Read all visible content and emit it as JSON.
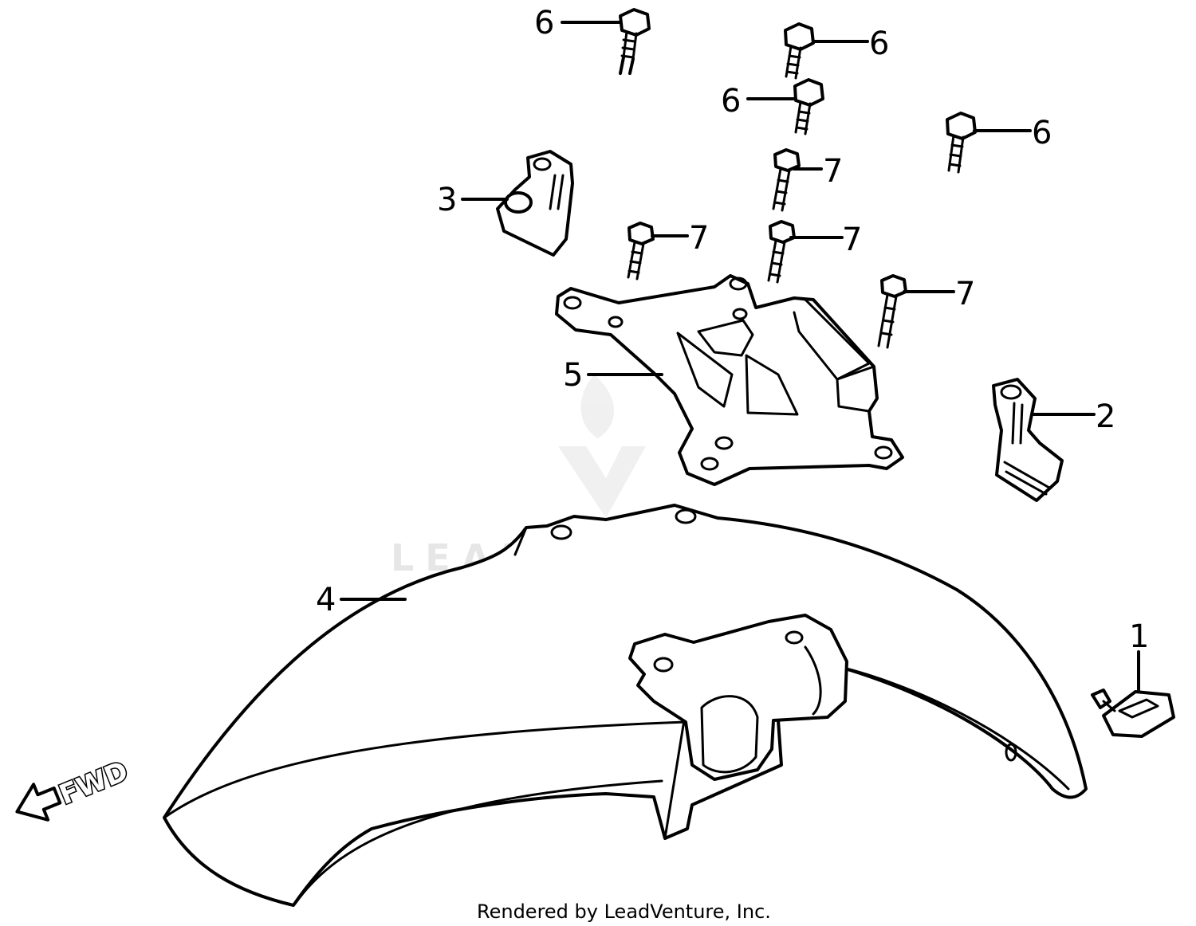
{
  "diagram": {
    "callouts": {
      "part_1": "1",
      "part_2": "2",
      "part_3": "3",
      "part_4": "4",
      "part_5": "5",
      "part_6a": "6",
      "part_6b": "6",
      "part_6c": "6",
      "part_6d": "6",
      "part_7a": "7",
      "part_7b": "7",
      "part_7c": "7",
      "part_7d": "7"
    },
    "direction_label": "FWD",
    "watermark": "LEADVENTURE",
    "footer": "Rendered by LeadVenture, Inc."
  }
}
